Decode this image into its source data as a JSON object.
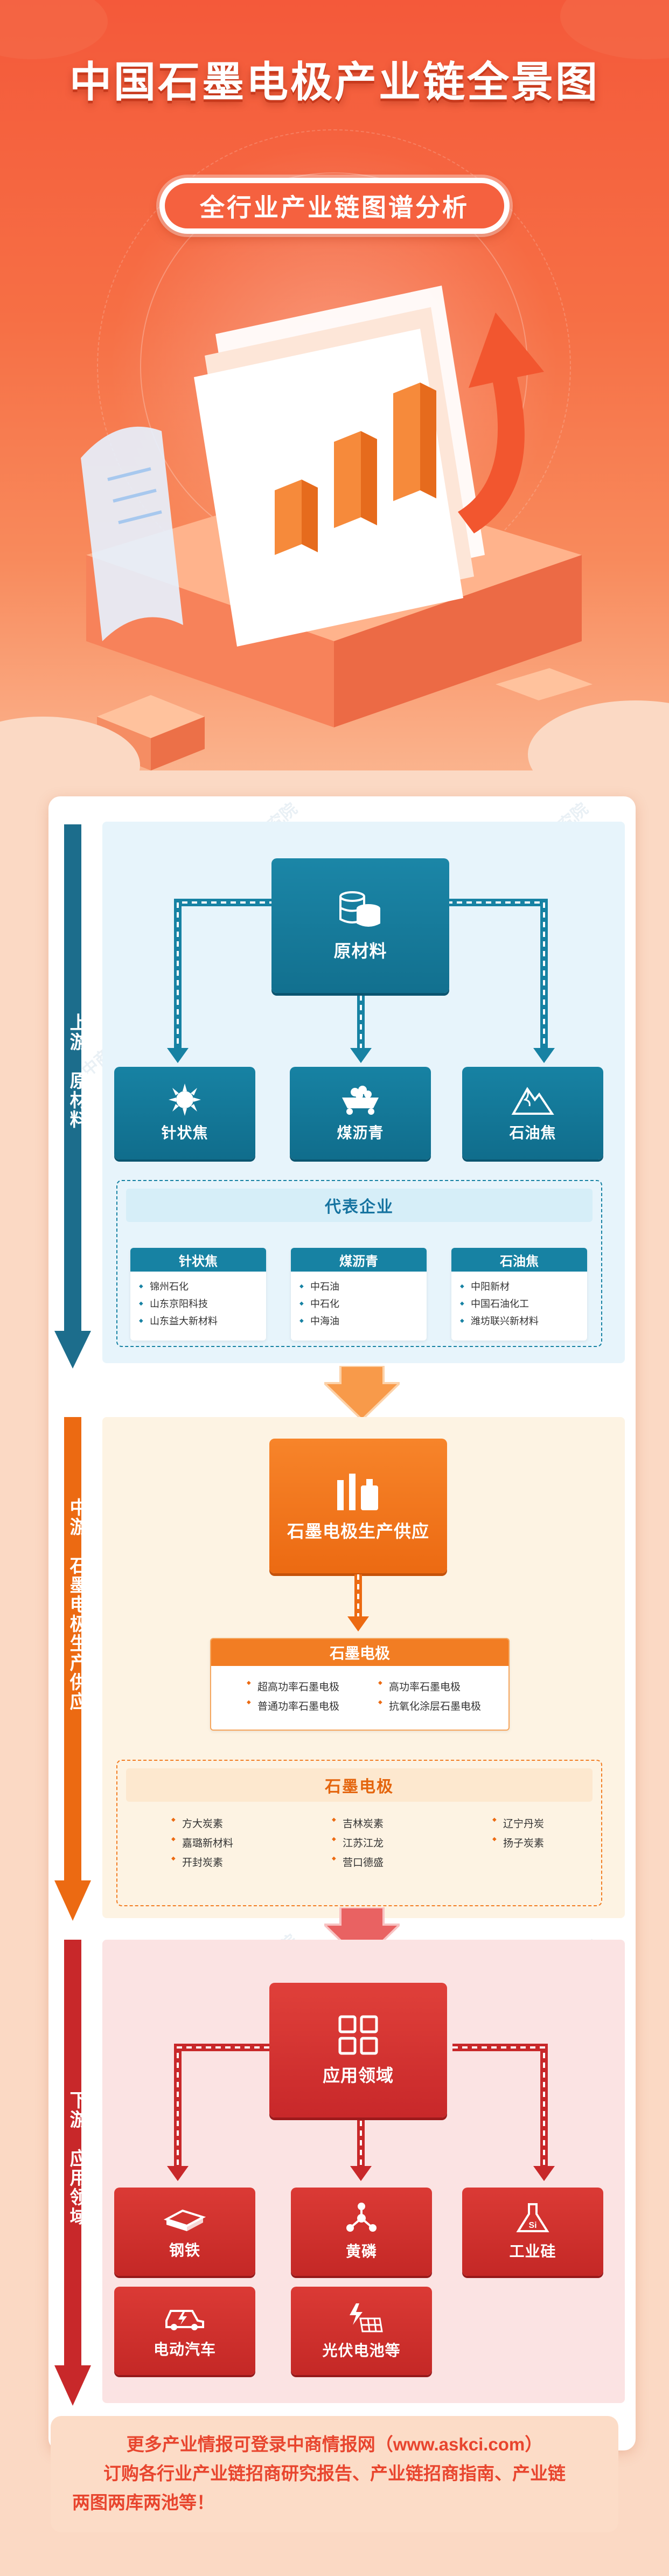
{
  "header": {
    "title": "中国石墨电极产业链全景图",
    "subtitle": "全行业产业链图谱分析"
  },
  "watermark": "中商产业研究院",
  "upstream": {
    "side_label": "上游：原材料",
    "main_label": "原材料",
    "items": [
      {
        "label": "针状焦",
        "icon": "needle-coke-icon"
      },
      {
        "label": "煤沥青",
        "icon": "coal-tar-pitch-icon"
      },
      {
        "label": "石油焦",
        "icon": "petroleum-coke-icon"
      }
    ],
    "companies_title": "代表企业",
    "company_groups": [
      {
        "title": "针状焦",
        "companies": [
          "锦州石化",
          "山东京阳科技",
          "山东益大新材料"
        ]
      },
      {
        "title": "煤沥青",
        "companies": [
          "中石油",
          "中石化",
          "中海油"
        ]
      },
      {
        "title": "石油焦",
        "companies": [
          "中阳新材",
          "中国石油化工",
          "潍坊联兴新材料"
        ]
      }
    ]
  },
  "midstream": {
    "side_label": "中游：石墨电极生产供应",
    "main_label": "石墨电极生产供应",
    "types_title": "石墨电极",
    "types": [
      "超高功率石墨电极",
      "高功率石墨电极",
      "普通功率石墨电极",
      "抗氧化涂层石墨电极"
    ],
    "companies_title": "石墨电极",
    "companies": [
      "方大炭素",
      "吉林炭素",
      "辽宁丹炭",
      "嘉璐新材料",
      "江苏江龙",
      "扬子炭素",
      "开封炭素",
      "营口德盛"
    ]
  },
  "downstream": {
    "side_label": "下游：应用领域",
    "main_label": "应用领域",
    "items": [
      {
        "label": "钢铁",
        "icon": "steel-icon"
      },
      {
        "label": "黄磷",
        "icon": "yellow-phosphorus-icon"
      },
      {
        "label": "工业硅",
        "icon": "industrial-silicon-icon"
      },
      {
        "label": "电动汽车",
        "icon": "electric-car-icon"
      },
      {
        "label": "光伏电池等",
        "icon": "photovoltaic-battery-icon"
      }
    ]
  },
  "footer": {
    "line1": "更多产业情报可登录中商情报网（www.askci.com）",
    "line2": "订购各行业产业链招商研究报告、产业链招商指南、产业链",
    "line3": "两图两库两池等！"
  },
  "colors": {
    "hero": "#f4593a",
    "upstream": "#1782a3",
    "midstream": "#ec6a12",
    "downstream": "#c8282a"
  }
}
